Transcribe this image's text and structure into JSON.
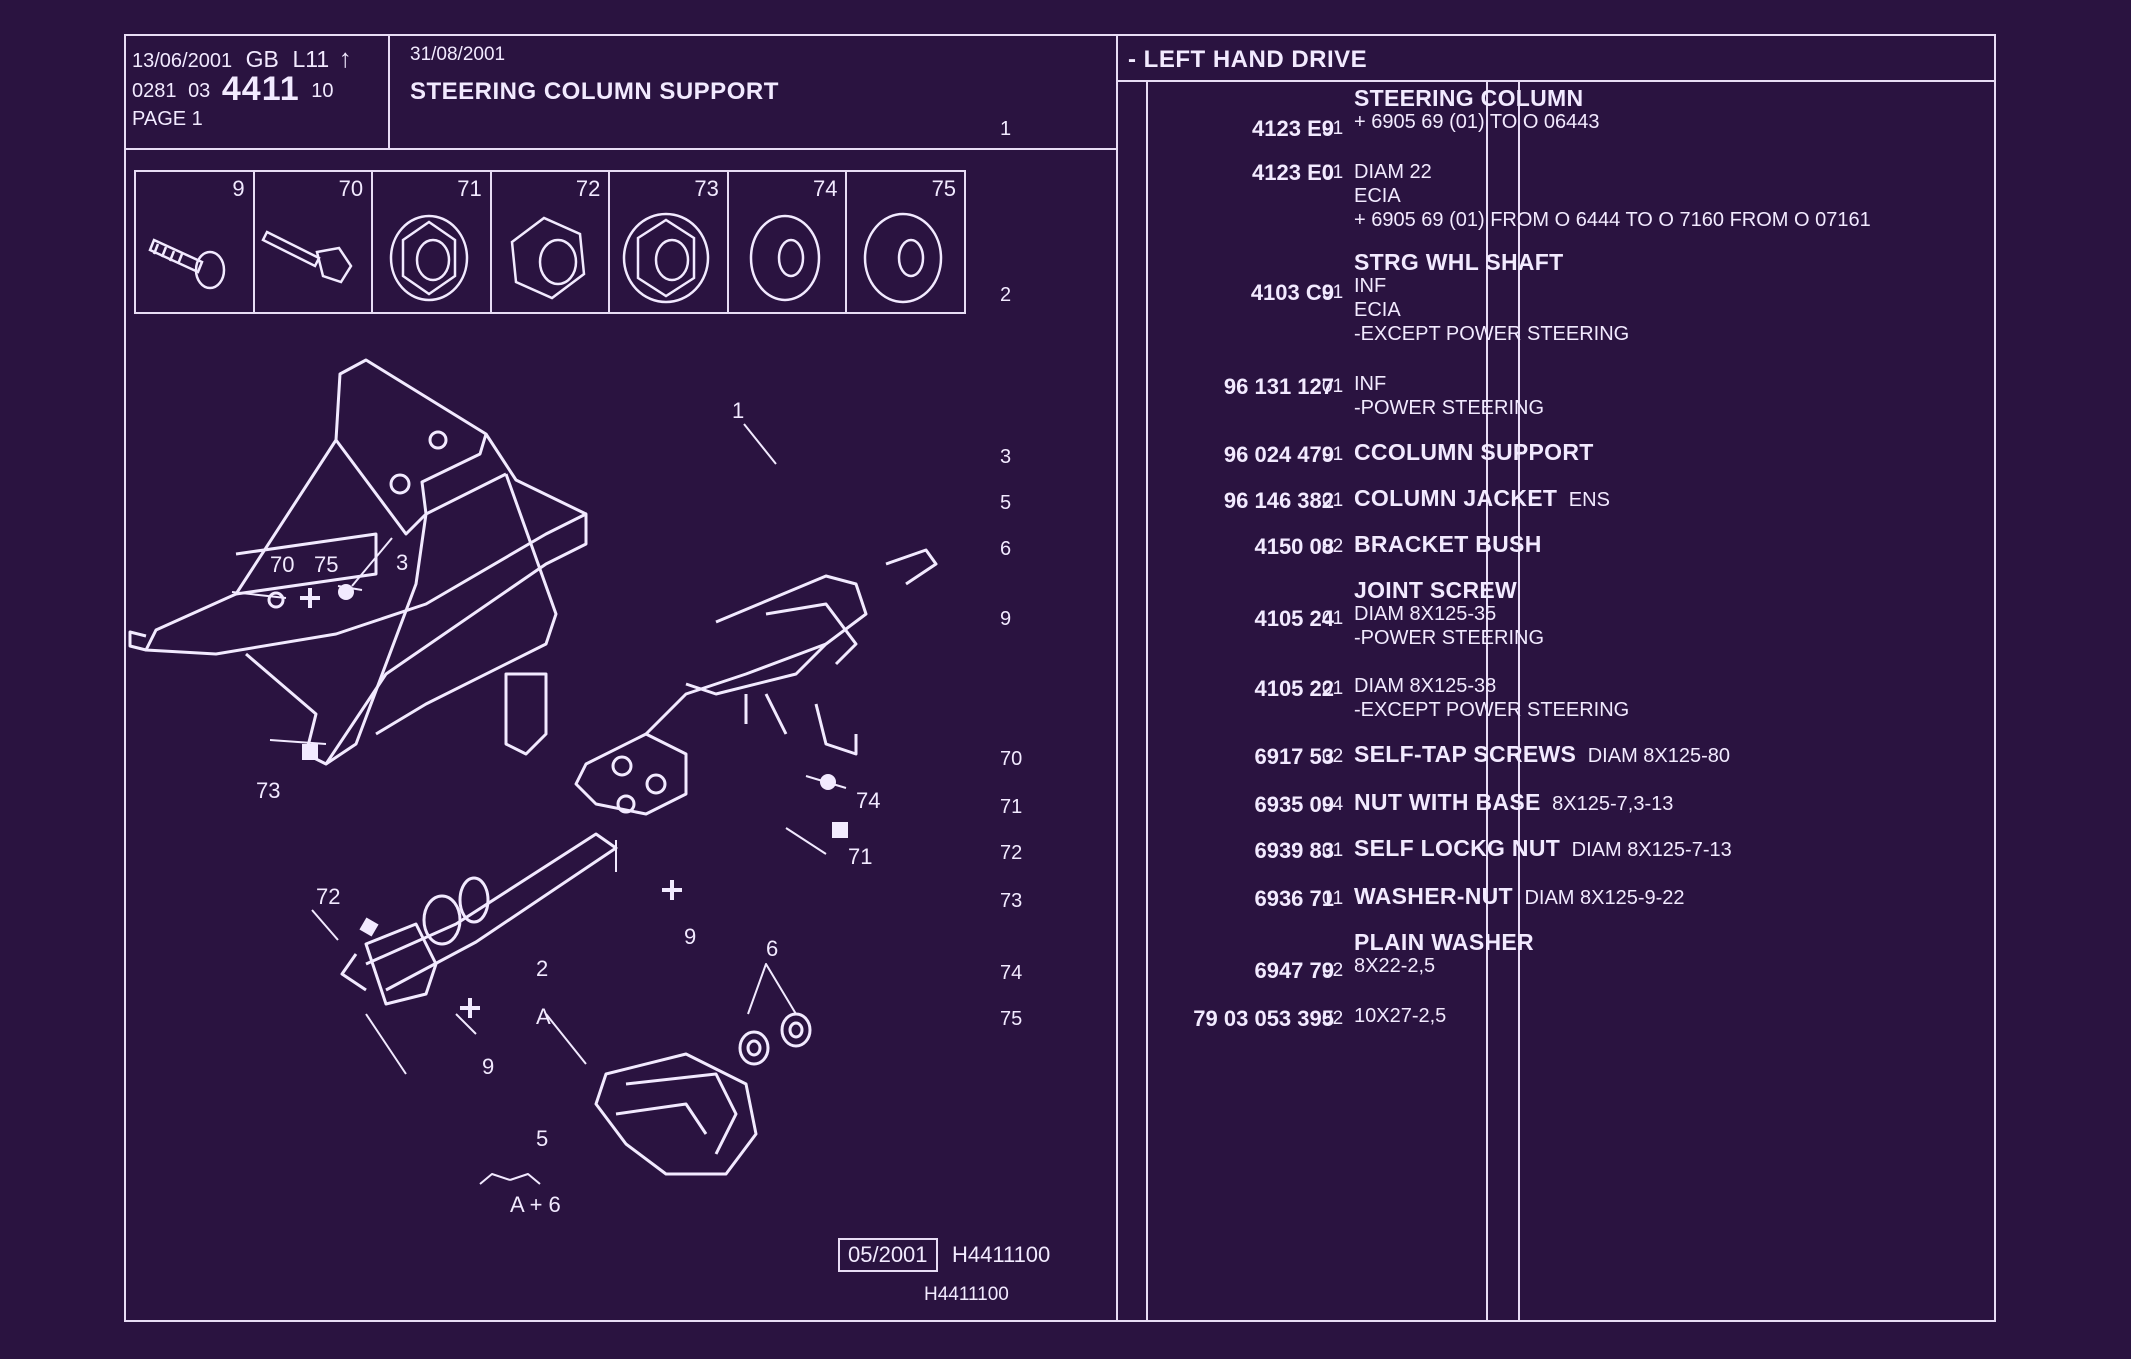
{
  "header": {
    "date_print": "13/06/2001",
    "lang_code": "GB",
    "series": "L11",
    "arrow": "↑",
    "code_prefix": "0281",
    "code_group": "03",
    "code_main": "4411",
    "code_suffix": "10",
    "page_label": "PAGE 1",
    "date_rev": "31/08/2001",
    "title": "STEERING COLUMN SUPPORT",
    "section": "- LEFT HAND DRIVE"
  },
  "parts": [
    {
      "idx": "1",
      "ref": "4123 E9",
      "var": "01",
      "lines": [
        {
          "t": "STEERING COLUMN",
          "b": true
        },
        {
          "t": "+ 6905 69 (01) TO  O 06443",
          "b": false
        }
      ]
    },
    {
      "idx": "",
      "ref": "4123 E0",
      "var": "01",
      "lines": [
        {
          "t": "DIAM 22",
          "b": false
        },
        {
          "t": "ECIA",
          "b": false
        },
        {
          "t": "+ 6905 69 (01) FROM O 6444 TO O 7160 FROM  O 07161",
          "b": false
        }
      ]
    },
    {
      "idx": "2",
      "ref": "4103 C9",
      "var": "01",
      "lines": [
        {
          "t": "STRG WHL SHAFT",
          "b": true
        },
        {
          "t": "INF",
          "b": false
        },
        {
          "t": "ECIA",
          "b": false
        },
        {
          "t": "-EXCEPT POWER STEERING",
          "b": false
        }
      ]
    },
    {
      "idx": "",
      "ref": "96 131 127",
      "var": "01",
      "lines": [
        {
          "t": "INF",
          "b": false
        },
        {
          "t": "-POWER STEERING",
          "b": false
        }
      ]
    },
    {
      "idx": "3",
      "ref": "96 024 479",
      "var": "01",
      "lines": [
        {
          "t": "CCOLUMN SUPPORT",
          "b": true
        }
      ]
    },
    {
      "idx": "5",
      "ref": "96 146 382",
      "var": "01",
      "lines": [
        {
          "t": "COLUMN JACKET",
          "b": true,
          "extra": "ENS"
        }
      ]
    },
    {
      "idx": "6",
      "ref": "4150 08",
      "var": "02",
      "lines": [
        {
          "t": "BRACKET BUSH",
          "b": true
        }
      ]
    },
    {
      "idx": "9",
      "ref": "4105 24",
      "var": "01",
      "lines": [
        {
          "t": "JOINT SCREW",
          "b": true
        },
        {
          "t": "DIAM 8X125-35",
          "b": false
        },
        {
          "t": "-POWER STEERING",
          "b": false
        }
      ]
    },
    {
      "idx": "",
      "ref": "4105 22",
      "var": "01",
      "lines": [
        {
          "t": "DIAM 8X125-38",
          "b": false
        },
        {
          "t": "-EXCEPT POWER STEERING",
          "b": false
        }
      ]
    },
    {
      "idx": "70",
      "ref": "6917 53",
      "var": "02",
      "lines": [
        {
          "t": "SELF-TAP SCREWS",
          "b": true,
          "extra": "DIAM 8X125-80"
        }
      ]
    },
    {
      "idx": "71",
      "ref": "6935 09",
      "var": "04",
      "lines": [
        {
          "t": "NUT WITH BASE",
          "b": true,
          "extra": "8X125-7,3-13"
        }
      ]
    },
    {
      "idx": "72",
      "ref": "6939 83",
      "var": "01",
      "lines": [
        {
          "t": "SELF LOCKG NUT",
          "b": true,
          "extra": "DIAM 8X125-7-13"
        }
      ]
    },
    {
      "idx": "73",
      "ref": "6936 71",
      "var": "01",
      "lines": [
        {
          "t": "WASHER-NUT",
          "b": true,
          "extra": "DIAM 8X125-9-22"
        }
      ]
    },
    {
      "idx": "74",
      "ref": "6947 79",
      "var": "02",
      "lines": [
        {
          "t": "PLAIN WASHER",
          "b": true
        },
        {
          "t": "8X22-2,5",
          "b": false
        }
      ]
    },
    {
      "idx": "75",
      "ref": "79 03 053 395",
      "var": "02",
      "lines": [
        {
          "t": "10X27-2,5",
          "b": false
        }
      ]
    }
  ],
  "thumbnails": [
    "9",
    "70",
    "71",
    "72",
    "73",
    "74",
    "75"
  ],
  "callouts": [
    "70",
    "75",
    "3",
    "1",
    "73",
    "74",
    "71",
    "72",
    "9",
    "2",
    "9",
    "6",
    "A",
    "5",
    "A + 6"
  ],
  "footer": {
    "boxed_date": "05/2001",
    "code": "H4411100",
    "code_small": "H4411100"
  }
}
